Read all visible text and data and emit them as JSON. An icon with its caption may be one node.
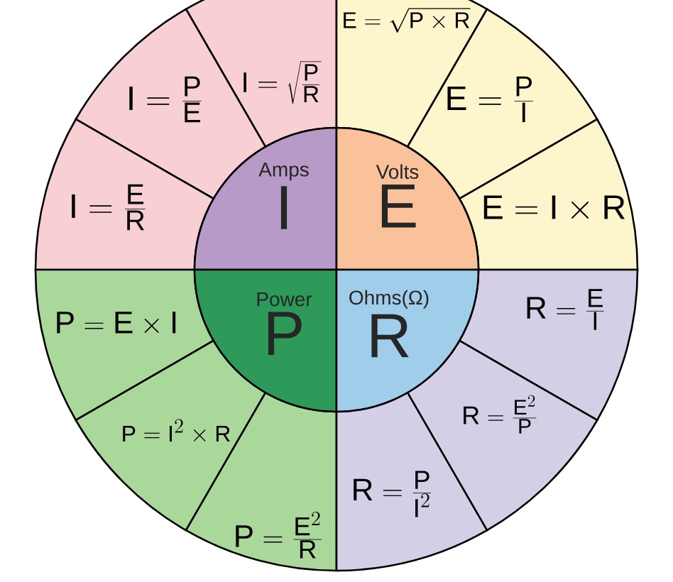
{
  "diagram": {
    "nodes": [
      {
        "text": [
          "Amps",
          "I"
        ]
      },
      {
        "text": [
          "I=\\sqrt{\\frac{P}{R}}"
        ]
      },
      {
        "text": [
          "I=\\frac{P}{E}"
        ]
      },
      {
        "text": [
          "I=\\frac{E}{R}"
        ]
      },
      {
        "text": [
          "Volts",
          "E"
        ]
      },
      {
        "text": [
          "E=\\sqrt{P\\times R}"
        ]
      },
      {
        "text": [
          "E=\\frac{P}{I}"
        ]
      },
      {
        "text": [
          "E=I\\times R"
        ]
      },
      {
        "text": [
          "Power",
          "P"
        ]
      },
      {
        "text": [
          "P=E\\times I"
        ]
      },
      {
        "text": [
          "P=I^{2}\\times R"
        ]
      },
      {
        "text": [
          "P=\\frac{E^{2}}{R}"
        ]
      },
      {
        "text": [
          "Ohms(Ω)",
          "R"
        ]
      },
      {
        "text": [
          "R=\\frac{E}{I}"
        ]
      },
      {
        "text": [
          "R=\\frac{E^{2}}{P}"
        ]
      },
      {
        "text": [
          "R=\\frac{P}{I^{2}}"
        ]
      }
    ]
  }
}
